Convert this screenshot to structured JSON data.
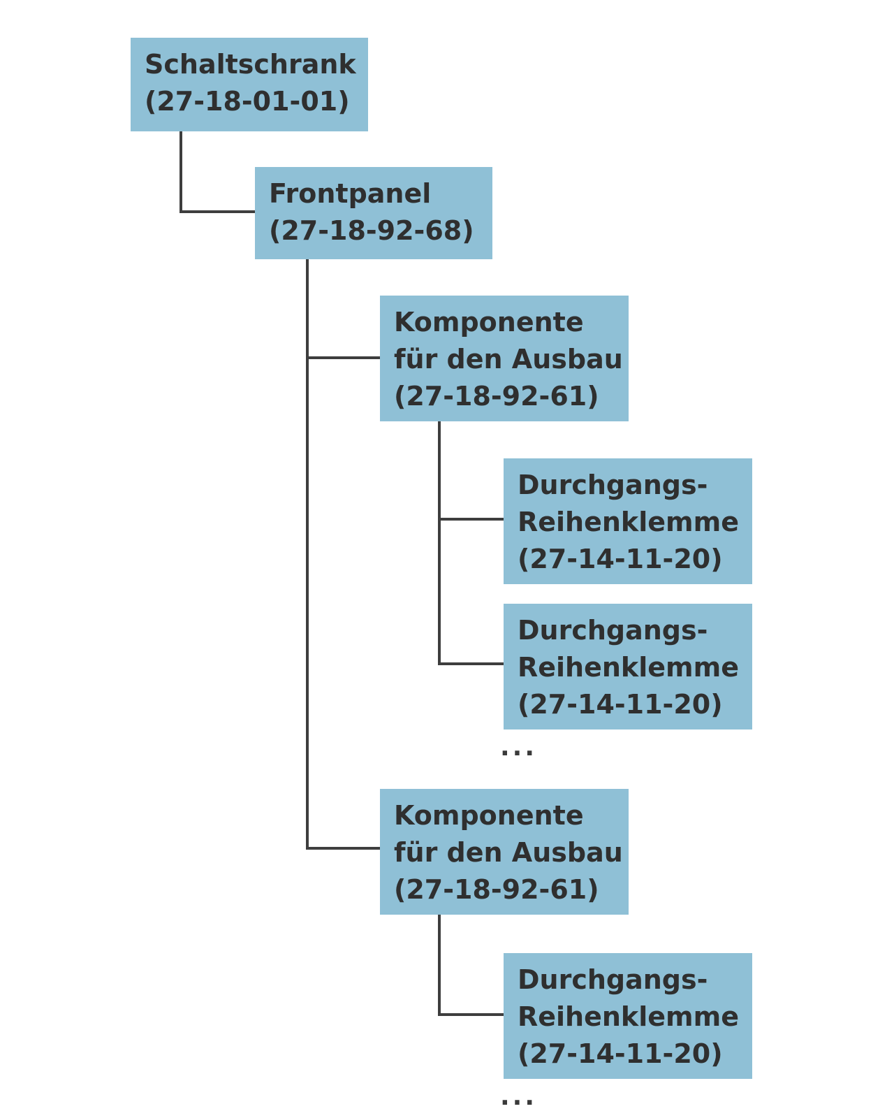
{
  "nodes": {
    "root": {
      "name": "Schaltschrank",
      "code": "(27-18-01-01)"
    },
    "frontpanel": {
      "name": "Frontpanel",
      "code": "(27-18-92-68)"
    },
    "komponente_1": {
      "name_line1": "Komponente",
      "name_line2": "für den Ausbau",
      "code": "(27-18-92-61)"
    },
    "klemme_1a": {
      "name_line1": "Durchgangs-",
      "name_line2": "Reihenklemme",
      "code": "(27-14-11-20)"
    },
    "klemme_1b": {
      "name_line1": "Durchgangs-",
      "name_line2": "Reihenklemme",
      "code": "(27-14-11-20)"
    },
    "komponente_2": {
      "name_line1": "Komponente",
      "name_line2": "für den Ausbau",
      "code": "(27-18-92-61)"
    },
    "klemme_2a": {
      "name_line1": "Durchgangs-",
      "name_line2": "Reihenklemme",
      "code": "(27-14-11-20)"
    }
  },
  "ellipsis": {
    "after_komponente_1": "...",
    "after_komponente_2": "..."
  },
  "colors": {
    "box_fill": "#8fc0d6",
    "box_text": "#2f2f2f",
    "connector": "#3e3e3e"
  }
}
